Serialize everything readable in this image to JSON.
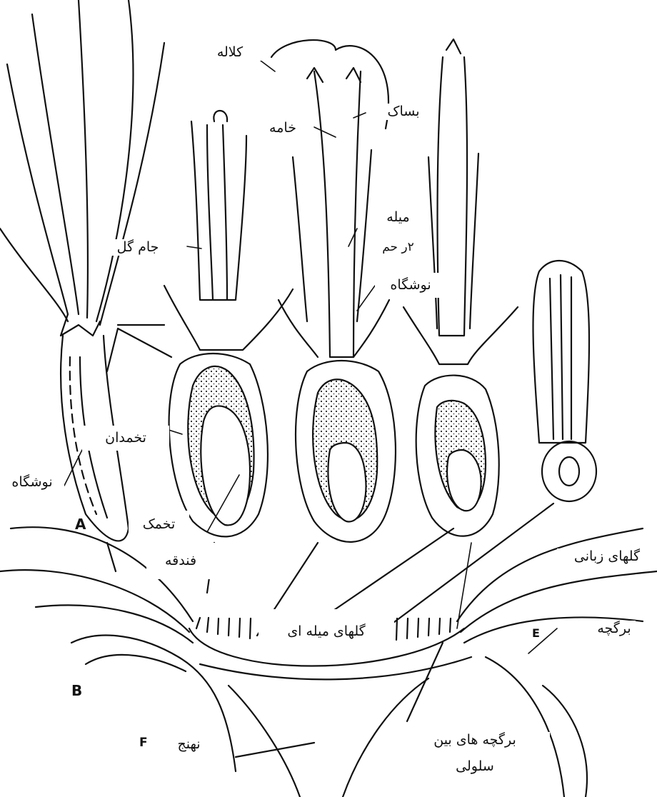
{
  "labels": {
    "stigma": "کلاله",
    "anther": "بساک",
    "style": "خامه",
    "filament": "میله",
    "filament_partial": "۲ر حم",
    "corolla": "جام گل",
    "nectary_top": "نوشگاه",
    "ovary": "تخمدان",
    "nectary_left": "نوشگاه",
    "ovule": "تخمک",
    "achene": "فندقه",
    "ray_flowers": "گلهای زبانی",
    "disc_flowers": "گلهای میله ای",
    "bract": "برگچه",
    "receptacle": "نهنج",
    "interfloral_bracts_line1": "برگچه های بین",
    "interfloral_bracts_line2": "سلولی"
  },
  "letters": {
    "a": "A",
    "b": "B",
    "e": "E",
    "f": "F"
  },
  "colors": {
    "ink": "#111111",
    "background": "#ffffff",
    "stipple": "#222222"
  }
}
